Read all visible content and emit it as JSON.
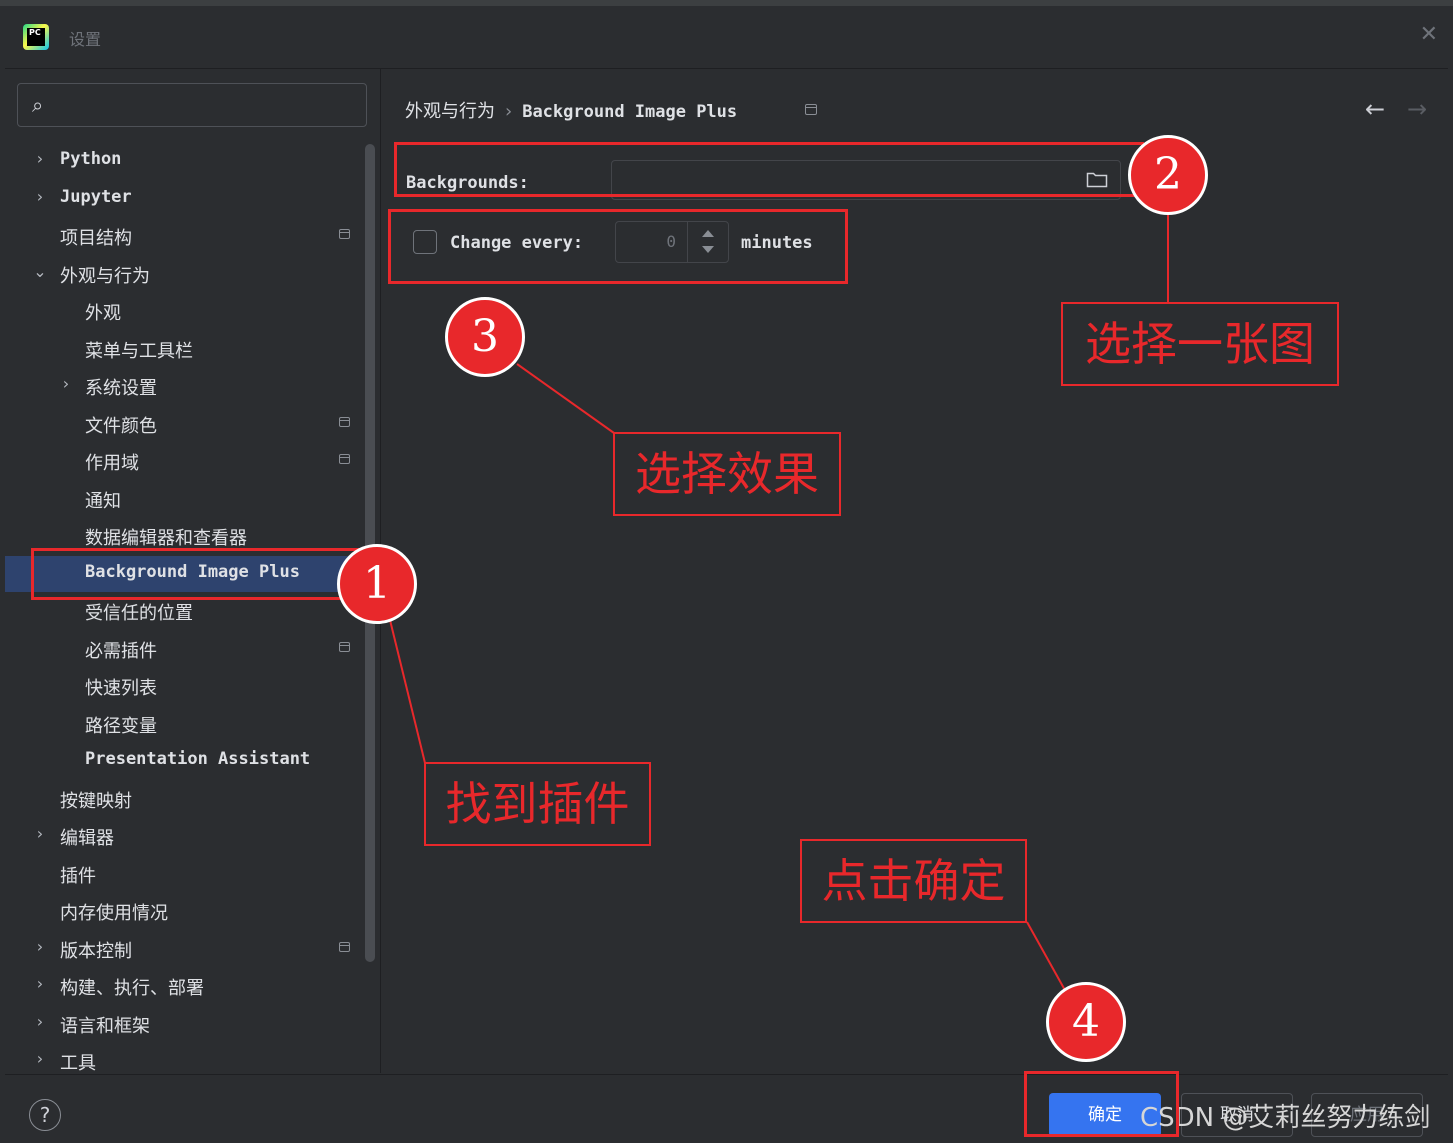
{
  "window": {
    "title": "设置",
    "close_glyph": "✕"
  },
  "app_icon": {
    "text": "PC"
  },
  "search": {
    "icon": "search-icon",
    "glyph": "⌕",
    "placeholder": ""
  },
  "tree": [
    {
      "label": "Python",
      "chevron": "›",
      "bold": true
    },
    {
      "label": "Jupyter",
      "chevron": "›",
      "bold": true
    },
    {
      "label": "项目结构",
      "chevron": "",
      "project": true
    },
    {
      "label": "外观与行为",
      "chevron": "⌄"
    },
    {
      "label": "外观",
      "chevron": ""
    },
    {
      "label": "菜单与工具栏",
      "chevron": ""
    },
    {
      "label": "系统设置",
      "chevron": "›"
    },
    {
      "label": "文件颜色",
      "chevron": "",
      "project": true
    },
    {
      "label": "作用域",
      "chevron": "",
      "project": true
    },
    {
      "label": "通知",
      "chevron": ""
    },
    {
      "label": "数据编辑器和查看器",
      "chevron": ""
    },
    {
      "label": "Background Image Plus",
      "chevron": "",
      "bold": true,
      "selected": true
    },
    {
      "label": "受信任的位置",
      "chevron": ""
    },
    {
      "label": "必需插件",
      "chevron": "",
      "project": true
    },
    {
      "label": "快速列表",
      "chevron": ""
    },
    {
      "label": "路径变量",
      "chevron": ""
    },
    {
      "label": "Presentation Assistant",
      "chevron": "",
      "bold": true
    },
    {
      "label": "按键映射",
      "chevron": ""
    },
    {
      "label": "编辑器",
      "chevron": "›"
    },
    {
      "label": "插件",
      "chevron": ""
    },
    {
      "label": "内存使用情况",
      "chevron": ""
    },
    {
      "label": "版本控制",
      "chevron": "›",
      "project": true
    },
    {
      "label": "构建、执行、部署",
      "chevron": "›"
    },
    {
      "label": "语言和框架",
      "chevron": "›"
    },
    {
      "label": "工具",
      "chevron": "›"
    }
  ],
  "breadcrumb": {
    "parent": "外观与行为",
    "separator": "›",
    "current": "Background Image Plus"
  },
  "nav": {
    "back_glyph": "←",
    "forward_glyph": "→"
  },
  "form": {
    "backgrounds_label": "Backgrounds:",
    "backgrounds_value": "",
    "change_every_label": "Change every:",
    "change_every_checked": false,
    "interval_value": "0",
    "minutes_label": "minutes"
  },
  "footer": {
    "help_glyph": "?",
    "ok_label": "确定",
    "cancel_label": "取消",
    "apply_label": "应用",
    "watermark": "CSDN @艾莉丝努力练剑"
  },
  "annotations": {
    "color": "#e8282b",
    "badges": [
      "1",
      "2",
      "3",
      "4"
    ],
    "notes": [
      "找到插件",
      "选择一张图",
      "选择效果",
      "点击确定"
    ]
  },
  "colors": {
    "background": "#2b2d30",
    "selected_row": "#2e436e",
    "primary_button": "#3574f0",
    "text": "#dfe1e5"
  }
}
